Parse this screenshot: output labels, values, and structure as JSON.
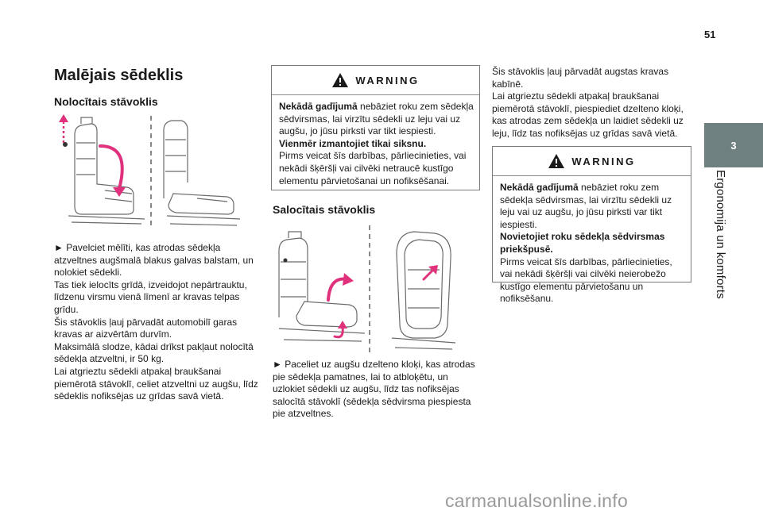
{
  "page_number": "51",
  "chapter": {
    "number": "3",
    "title": "Ergonomija un komforts"
  },
  "title": "Malējais sēdeklis",
  "section_folded": {
    "heading": "Nolocītais stāvoklis",
    "text": [
      "► Pavelciet mēlīti, kas atrodas sēdekļa atzveltnes augšmalā blakus galvas balstam, un nolokiet sēdekli.",
      "Tas tiek ielocīts grīdā, izveidojot nepārtrauktu, līdzenu virsmu vienā līmenī ar kravas telpas grīdu.",
      "Šis stāvoklis ļauj pārvadāt automobilī garas kravas ar aizvērtām durvīm.",
      "Maksimālā slodze, kādai drīkst pakļaut nolocītā sēdekļa atzveltni, ir 50 kg.",
      "Lai atgrieztu sēdekli atpakaļ braukšanai piemērotā stāvoklī, celiet atzveltni uz augšu, līdz sēdeklis nofiksējas uz grīdas savā vietā."
    ]
  },
  "warning_1": {
    "label": "WARNING",
    "bold_lead": "Nekādā gadījumā",
    "line1": " nebāziet roku zem sēdekļa sēdvirsmas, lai virzītu sēdekli uz leju vai uz augšu, jo jūsu pirksti var tikt iespiesti.",
    "bold2": "Vienmēr izmantojiet tikai siksnu.",
    "line2": "Pirms veicat šīs darbības, pārliecinieties, vai nekādi šķēršļi vai cilvēki netraucē kustīgo elementu pārvietošanai un nofiksēšanai."
  },
  "section_tumbled": {
    "heading": "Salocītais stāvoklis",
    "text": [
      "► Paceliet uz augšu dzelteno kloķi, kas atrodas pie sēdekļa pamatnes, lai to atbloķētu, un uzlokiet sēdekli uz augšu, līdz tas nofiksējas salocītā stāvoklī (sēdekļa sēdvirsma piespiesta pie atzveltnes."
    ]
  },
  "col3_text": [
    "Šis stāvoklis ļauj pārvadāt augstas kravas kabīnē.",
    "Lai atgrieztu sēdekli atpakaļ braukšanai piemērotā stāvoklī, piespiediet dzelteno kloķi, kas atrodas zem sēdekļa un laidiet sēdekli uz leju, līdz tas nofiksējas uz grīdas savā vietā."
  ],
  "warning_2": {
    "label": "WARNING",
    "bold_lead": "Nekādā gadījumā",
    "line1": " nebāziet roku zem sēdekļa sēdvirsmas, lai virzītu sēdekli uz leju vai uz augšu, jo jūsu pirksti var tikt iespiesti.",
    "bold2": "Novietojiet roku sēdekļa sēdvirsmas priekšpusē.",
    "line2": "Pirms veicat šīs darbības, pārliecinieties, vai nekādi šķēršļi vai cilvēki neierobežo kustīgo elementu pārvietošanu un nofiksēšanu."
  },
  "watermark": "carmanualsonline.info",
  "colors": {
    "accent": "#e0317d",
    "tab": "#6f8080",
    "warning_icon": "#1a1a1a"
  }
}
